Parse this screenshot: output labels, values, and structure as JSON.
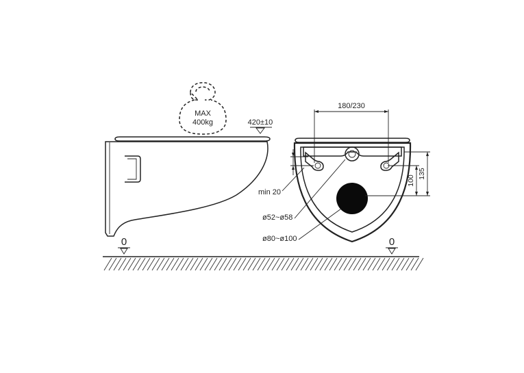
{
  "load": {
    "line1": "MAX",
    "line2": "400kg"
  },
  "dimensions": {
    "height_from_floor": "420±10",
    "frame_width": "180/230",
    "min_gap": "min 20",
    "height_100": "100",
    "height_135": "135",
    "inlet_diameter": "ø52~ø58",
    "outlet_diameter": "ø80~ø100"
  },
  "floor_markers": {
    "left": "0",
    "right": "0"
  }
}
